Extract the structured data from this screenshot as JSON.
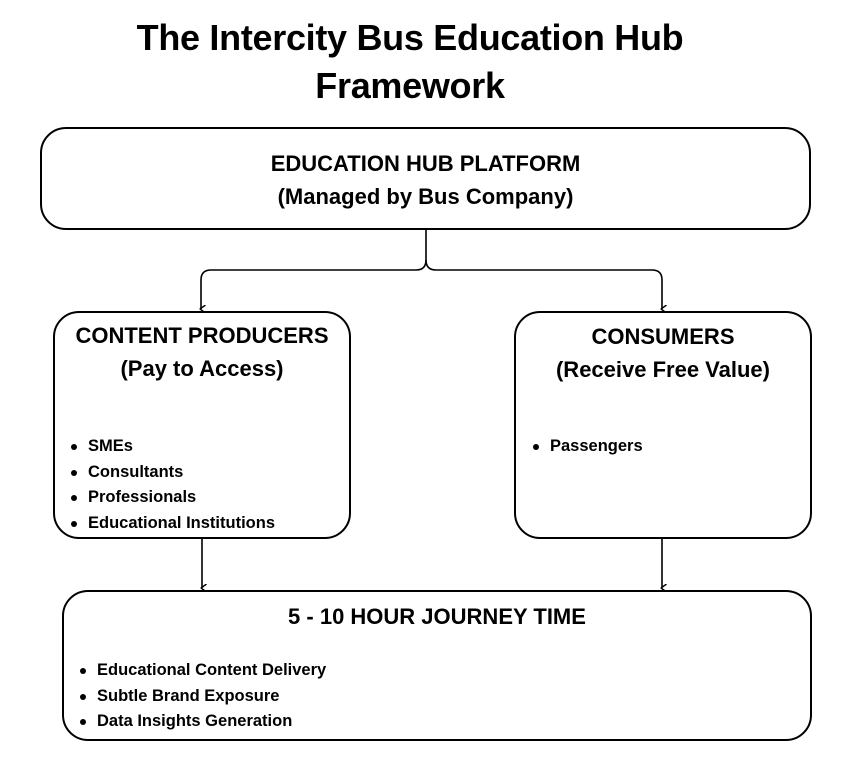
{
  "title": {
    "line1": "The Intercity Bus Education Hub",
    "line2": "Framework"
  },
  "platform": {
    "heading": "EDUCATION HUB PLATFORM",
    "subheading": "(Managed by Bus Company)"
  },
  "producers": {
    "heading": "CONTENT PRODUCERS",
    "subheading": "(Pay to Access)",
    "items": [
      "SMEs",
      "Consultants",
      "Professionals",
      "Educational Institutions"
    ]
  },
  "consumers": {
    "heading": "CONSUMERS",
    "subheading": "(Receive Free Value)",
    "items": [
      "Passengers"
    ]
  },
  "journey": {
    "heading": "5 - 10 HOUR JOURNEY TIME",
    "items": [
      "Educational Content Delivery",
      "Subtle Brand Exposure",
      "Data Insights Generation"
    ]
  }
}
